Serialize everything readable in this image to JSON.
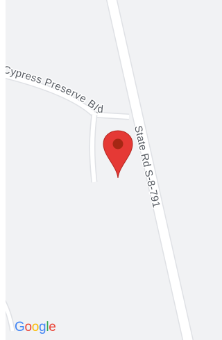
{
  "map": {
    "roads": [
      {
        "label": "State Rd S-8-791"
      },
      {
        "label": "Cypress Preserve Blvd"
      }
    ],
    "marker": {
      "icon": "map-pin-icon",
      "color": "#e53935",
      "center_color": "#a52714"
    },
    "attribution": {
      "logo_text": "Google",
      "letters": [
        {
          "char": "G",
          "color": "#4285f4"
        },
        {
          "char": "o",
          "color": "#ea4335"
        },
        {
          "char": "o",
          "color": "#fbbc05"
        },
        {
          "char": "g",
          "color": "#4285f4"
        },
        {
          "char": "l",
          "color": "#34a853"
        },
        {
          "char": "e",
          "color": "#ea4335"
        }
      ]
    },
    "colors": {
      "land": "#f1f2f4",
      "road": "#ffffff",
      "road_casing": "#dfe1e5",
      "label": "#555a61"
    }
  }
}
